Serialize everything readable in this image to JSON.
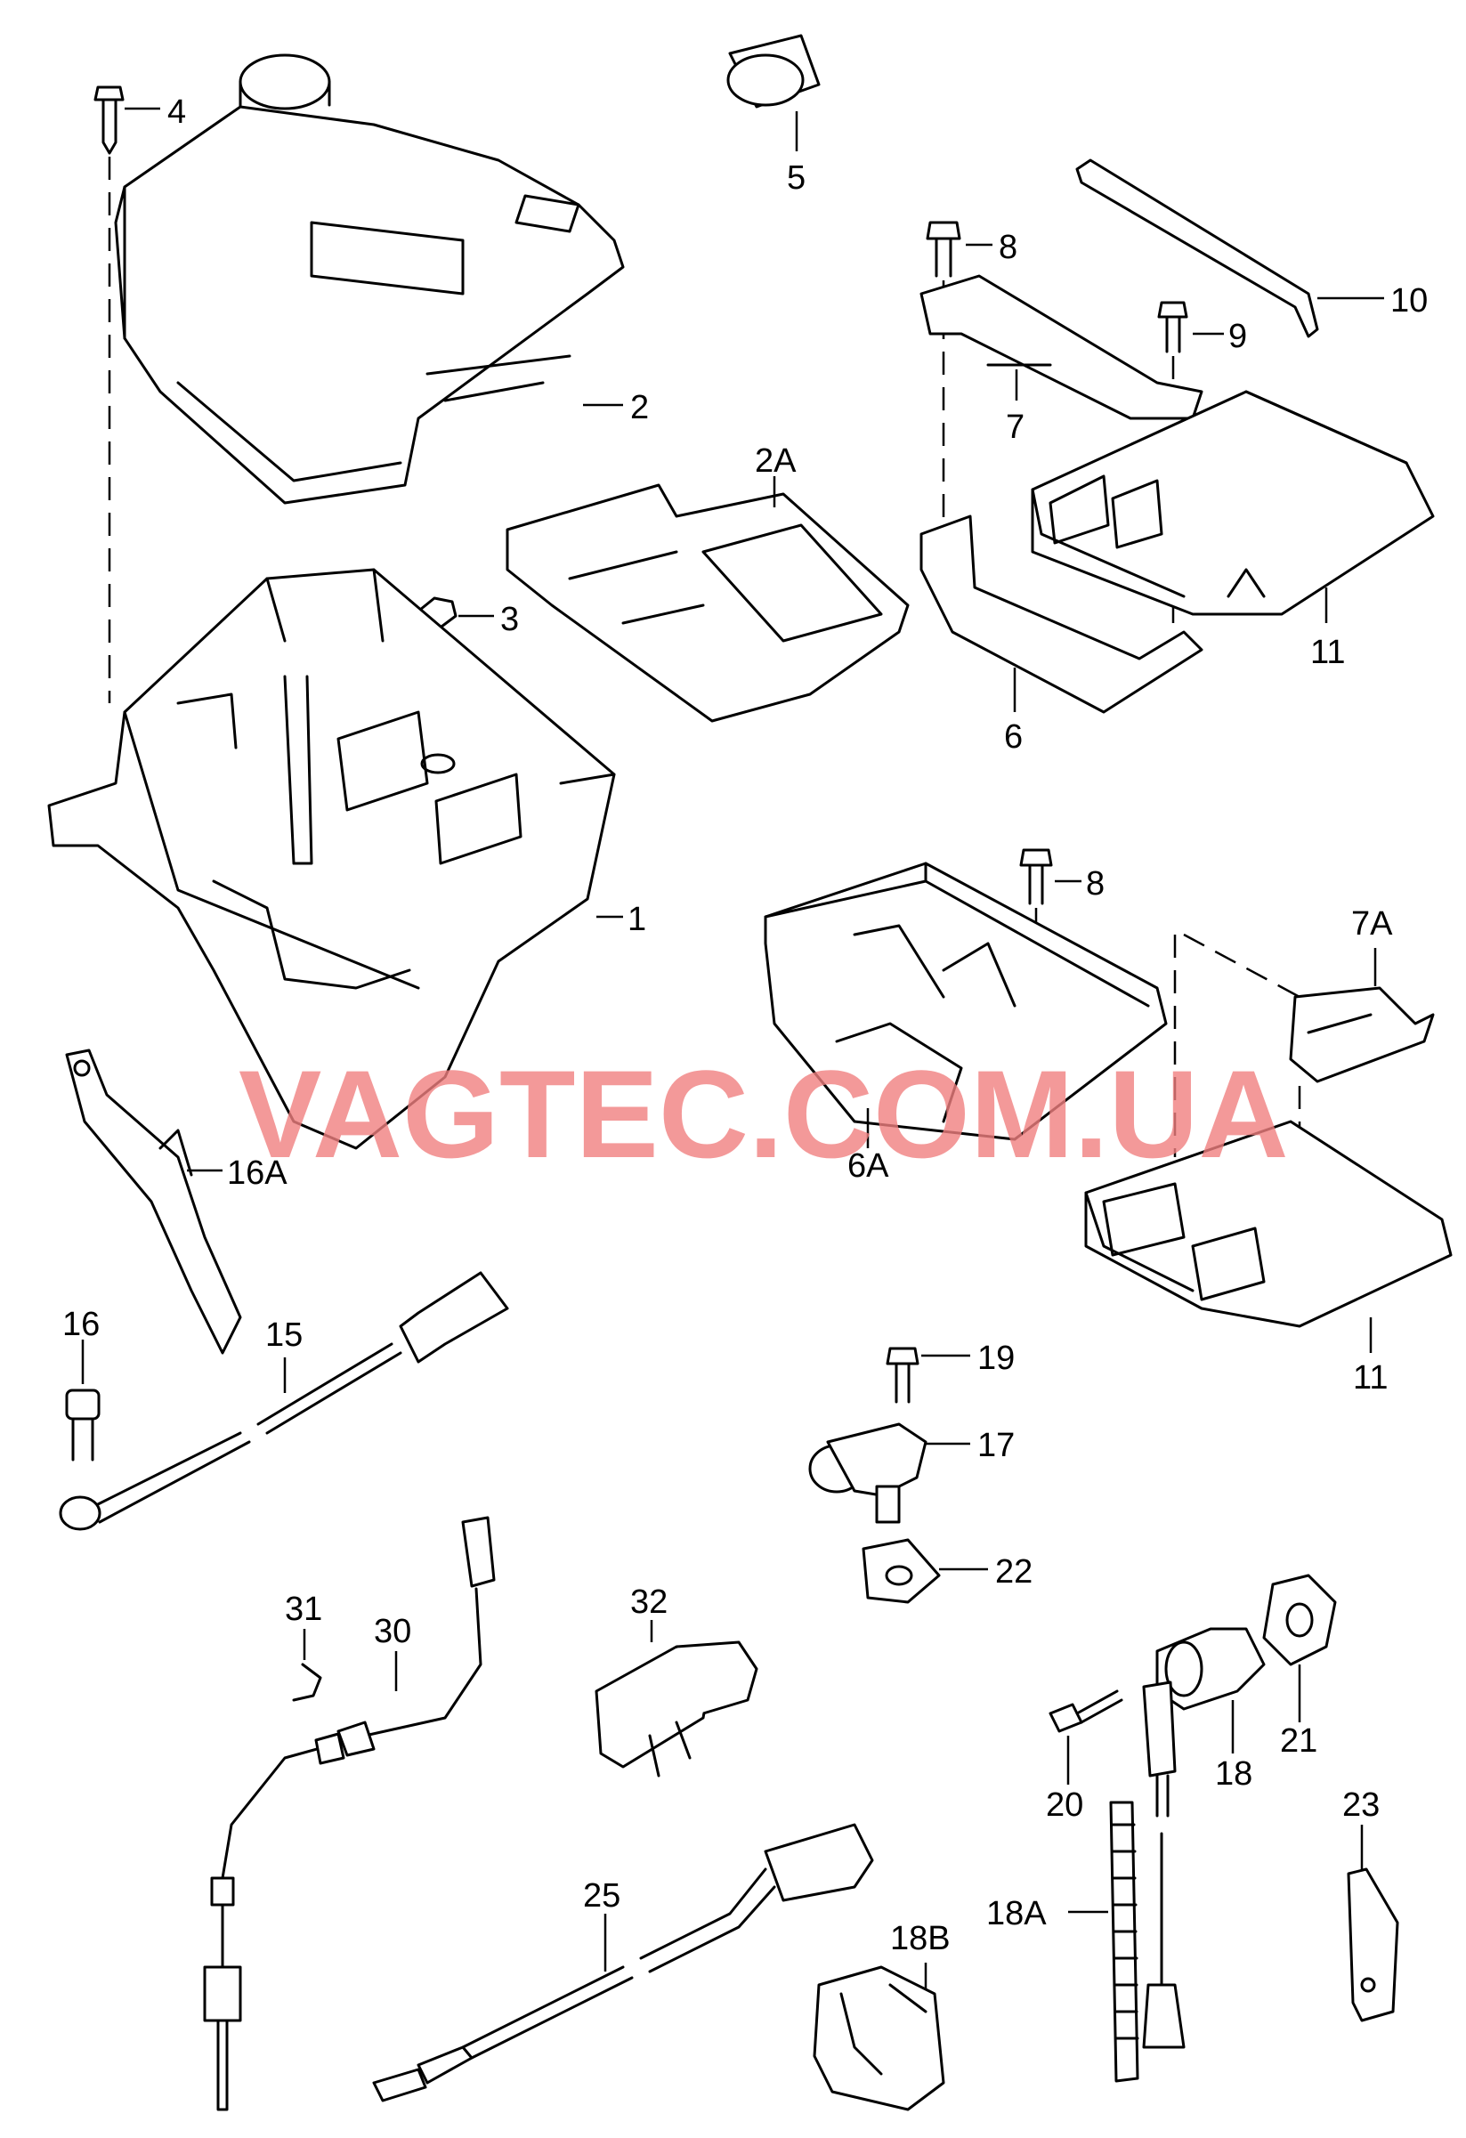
{
  "watermark": {
    "text": "VAGTEC.COM.UA",
    "color": "#f08080"
  },
  "callouts": [
    {
      "id": "4",
      "label": "4"
    },
    {
      "id": "5",
      "label": "5"
    },
    {
      "id": "8a",
      "label": "8"
    },
    {
      "id": "10",
      "label": "10"
    },
    {
      "id": "9",
      "label": "9"
    },
    {
      "id": "2",
      "label": "2"
    },
    {
      "id": "7",
      "label": "7"
    },
    {
      "id": "2A",
      "label": "2A"
    },
    {
      "id": "3",
      "label": "3"
    },
    {
      "id": "11a",
      "label": "11"
    },
    {
      "id": "6",
      "label": "6"
    },
    {
      "id": "8b",
      "label": "8"
    },
    {
      "id": "1",
      "label": "1"
    },
    {
      "id": "7A",
      "label": "7A"
    },
    {
      "id": "16A",
      "label": "16A"
    },
    {
      "id": "6A",
      "label": "6A"
    },
    {
      "id": "11b",
      "label": "11"
    },
    {
      "id": "16",
      "label": "16"
    },
    {
      "id": "15",
      "label": "15"
    },
    {
      "id": "19",
      "label": "19"
    },
    {
      "id": "17",
      "label": "17"
    },
    {
      "id": "22",
      "label": "22"
    },
    {
      "id": "31",
      "label": "31"
    },
    {
      "id": "30",
      "label": "30"
    },
    {
      "id": "32",
      "label": "32"
    },
    {
      "id": "21",
      "label": "21"
    },
    {
      "id": "20",
      "label": "20"
    },
    {
      "id": "18",
      "label": "18"
    },
    {
      "id": "23",
      "label": "23"
    },
    {
      "id": "25",
      "label": "25"
    },
    {
      "id": "18B",
      "label": "18B"
    },
    {
      "id": "18A",
      "label": "18A"
    }
  ]
}
